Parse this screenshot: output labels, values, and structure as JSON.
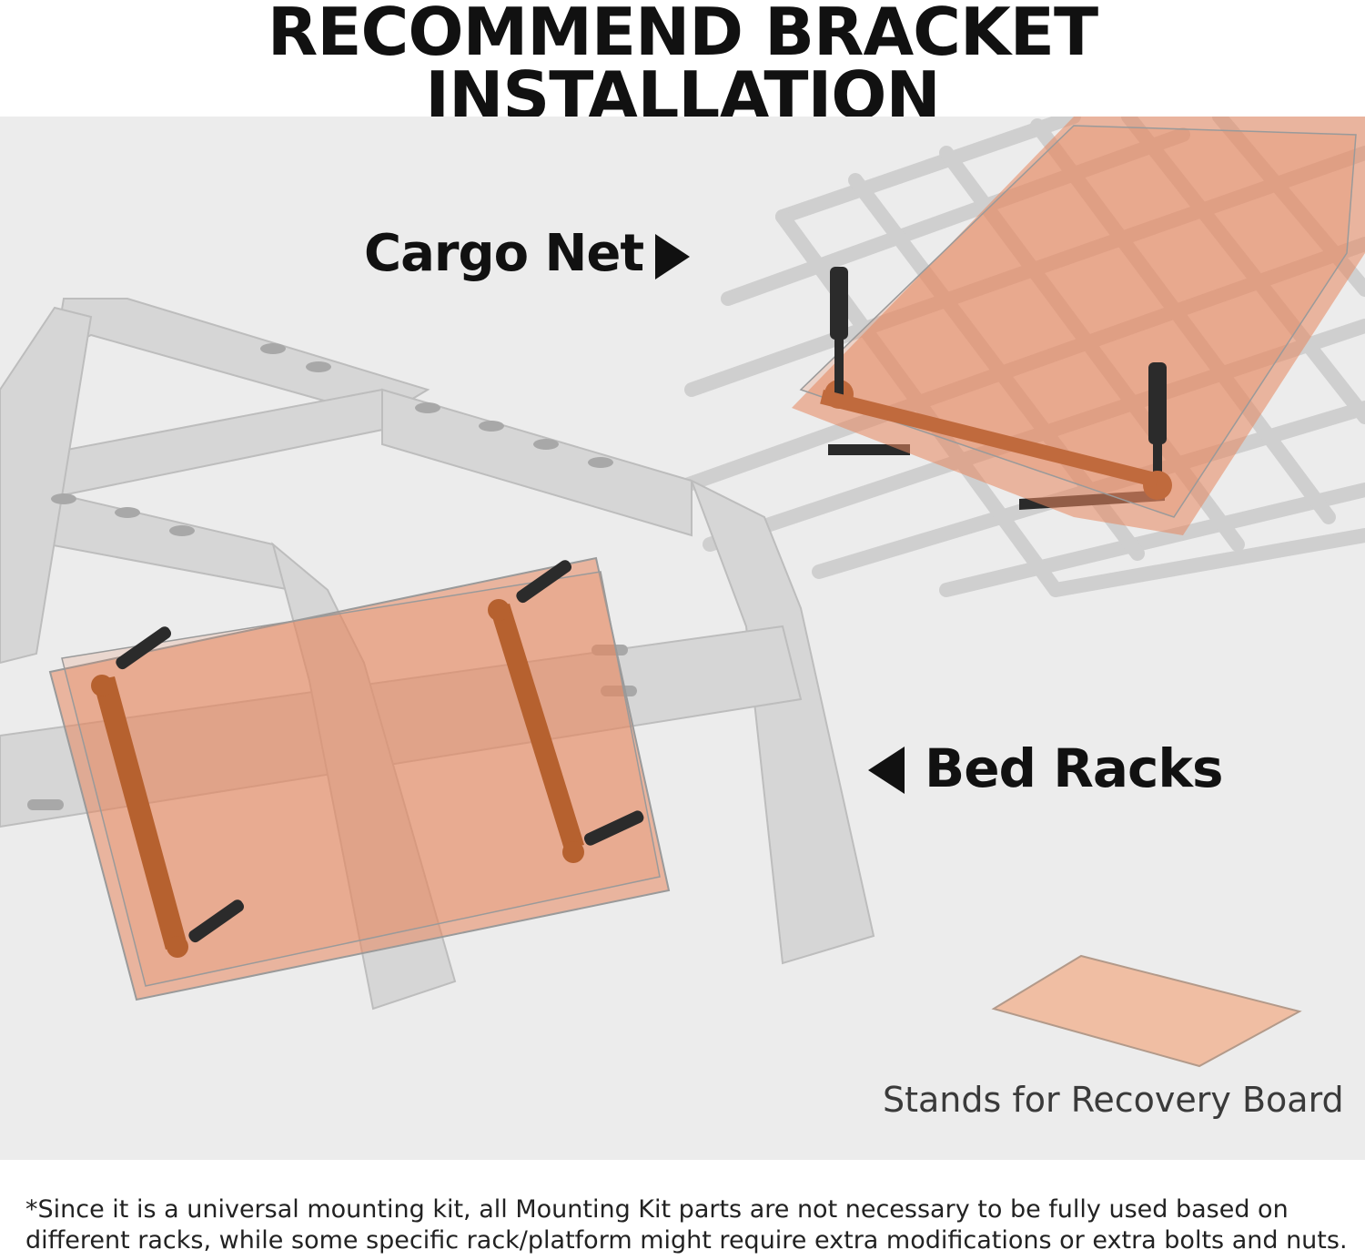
{
  "title": "RECOMMEND BRACKET INSTALLATION",
  "labels": {
    "cargo_net": "Cargo Net",
    "bed_racks": "Bed Racks",
    "stands": "Stands for Recovery Board"
  },
  "footnote": {
    "line1": "*Since it is a universal mounting kit, all Mounting Kit parts are not necessary to be fully used based on",
    "line2": "different racks, while some specific rack/platform might require extra modifications or extra bolts and nuts."
  },
  "colors": {
    "highlight": "#e8875f",
    "rack": "#d4d4d4",
    "background": "#ececec"
  },
  "icons": [
    "arrow-right-icon",
    "arrow-left-icon"
  ]
}
